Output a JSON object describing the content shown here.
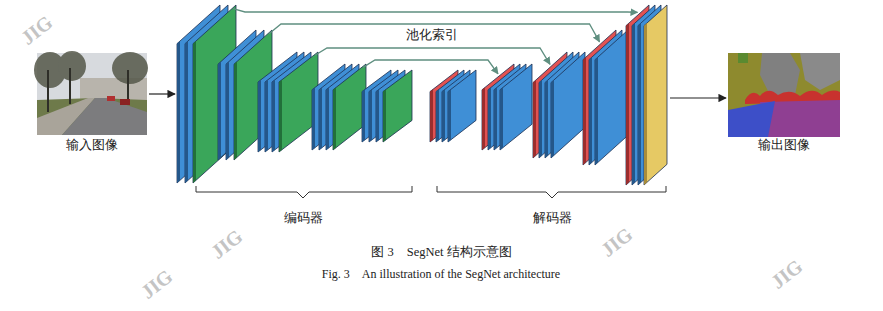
{
  "diagram": {
    "caption": "图 3　SegNet 结构示意图",
    "nodes": [
      {
        "text": [
          "输入图像"
        ]
      },
      {
        "text": [
          "编码器"
        ]
      },
      {
        "text": [
          "解码器"
        ]
      },
      {
        "text": [
          "输出图像"
        ]
      }
    ],
    "edges": [
      {
        "from": 0,
        "to": 1,
        "arrow": "to"
      },
      {
        "from": 2,
        "to": 3,
        "arrow": "to"
      }
    ],
    "labels": [
      "池化索引",
      "Fig. 3　An illustration of the SegNet architecture",
      "JIG",
      "JIG",
      "JIG",
      "JIG",
      "JIG"
    ]
  }
}
